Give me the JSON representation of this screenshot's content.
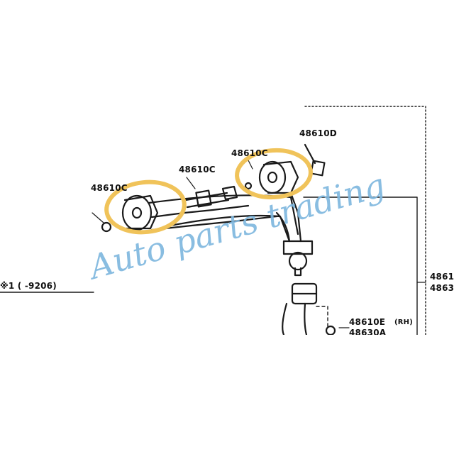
{
  "diagram": {
    "labels": {
      "bolt_nut_right": "48610D",
      "bushing_right": "48610C",
      "adjust_bolt": "48610C",
      "bushing_left": "48610C",
      "model_note": "※1 ( -9206)",
      "lower_part": "48610E",
      "lower_part_note": "(RH)",
      "lower_part_2": "48630A",
      "right_col_1": "4861",
      "right_col_2": "4863"
    },
    "watermark": "Auto parts trading",
    "highlight_color": "#f0c35a",
    "watermark_color": "#7fb8df"
  }
}
